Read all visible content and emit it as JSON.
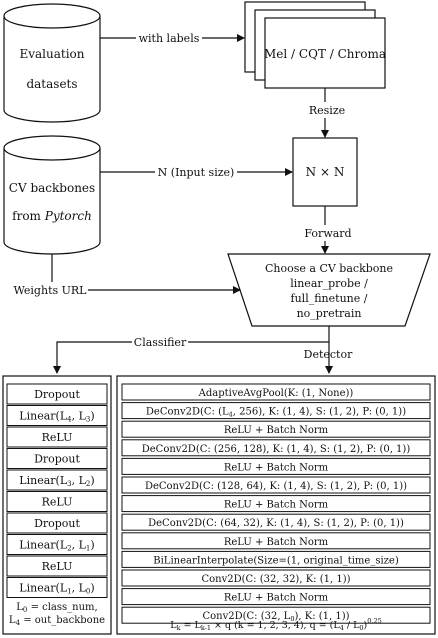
{
  "datasets": {
    "line1": "Evaluation",
    "line2": "datasets"
  },
  "backbones": {
    "line1": "CV backbones",
    "line2_prefix": "from ",
    "line2_italic": "Pytorch"
  },
  "edges": {
    "with_labels": "with labels",
    "resize": "Resize",
    "input_size": "N (Input size)",
    "forward": "Forward",
    "weights_url": "Weights URL",
    "classifier": "Classifier",
    "detector": "Detector"
  },
  "spectrogram": {
    "label": "Mel / CQT / Chroma"
  },
  "nxn": {
    "label": "N × N"
  },
  "chooser": {
    "lines": [
      "Choose a CV backbone",
      "linear_probe /",
      "full_finetune /",
      "no_pretrain"
    ]
  },
  "classifier_layers": [
    {
      "text": "Dropout"
    },
    {
      "text": "Linear(L",
      "s1": "4",
      "mid": ", L",
      "s2": "3",
      "end": ")"
    },
    {
      "text": "ReLU"
    },
    {
      "text": "Dropout"
    },
    {
      "text": "Linear(L",
      "s1": "3",
      "mid": ", L",
      "s2": "2",
      "end": ")"
    },
    {
      "text": "ReLU"
    },
    {
      "text": "Dropout"
    },
    {
      "text": "Linear(L",
      "s1": "2",
      "mid": ", L",
      "s2": "1",
      "end": ")"
    },
    {
      "text": "ReLU"
    },
    {
      "text": "Linear(L",
      "s1": "1",
      "mid": ", L",
      "s2": "0",
      "end": ")"
    }
  ],
  "classifier_notes": {
    "line1": {
      "a": "L",
      "s": "0",
      "b": " = class_num,"
    },
    "line2": {
      "a": "L",
      "s": "4",
      "b": " = out_backbone"
    }
  },
  "detector_layers": [
    {
      "text": "AdaptiveAvgPool(K: (1, None))"
    },
    {
      "text": "DeConv2D(C: (L",
      "s1": "4",
      "rest": ", 256), K: (1, 4), S: (1, 2), P: (0, 1))"
    },
    {
      "text": "ReLU + Batch Norm"
    },
    {
      "text": "DeConv2D(C: (256, 128), K: (1, 4), S: (1, 2), P: (0, 1))"
    },
    {
      "text": "ReLU + Batch Norm"
    },
    {
      "text": "DeConv2D(C: (128, 64), K: (1, 4), S: (1, 2), P: (0, 1))"
    },
    {
      "text": "ReLU + Batch Norm"
    },
    {
      "text": "DeConv2D(C: (64, 32), K: (1, 4), S: (1, 2), P: (0, 1))"
    },
    {
      "text": "ReLU + Batch Norm"
    },
    {
      "text": "BiLinearInterpolate(Size=(1, original_time_size)"
    },
    {
      "text": "Conv2D(C: (32, 32), K: (1, 1))"
    },
    {
      "text": "ReLU + Batch Norm"
    },
    {
      "text": "Conv2D(C: (32, L",
      "s1": "0",
      "rest": "), K: (1, 1))"
    }
  ],
  "detector_formula": {
    "p1": "L",
    "s1": "k",
    "p2": " = L",
    "s2": "k-1",
    "p3": " × q (k = 1, 2, 3, 4), q = (L",
    "s3": "4",
    "p4": " / L",
    "s4": "0",
    "p5": ")",
    "sup": "0.25"
  }
}
